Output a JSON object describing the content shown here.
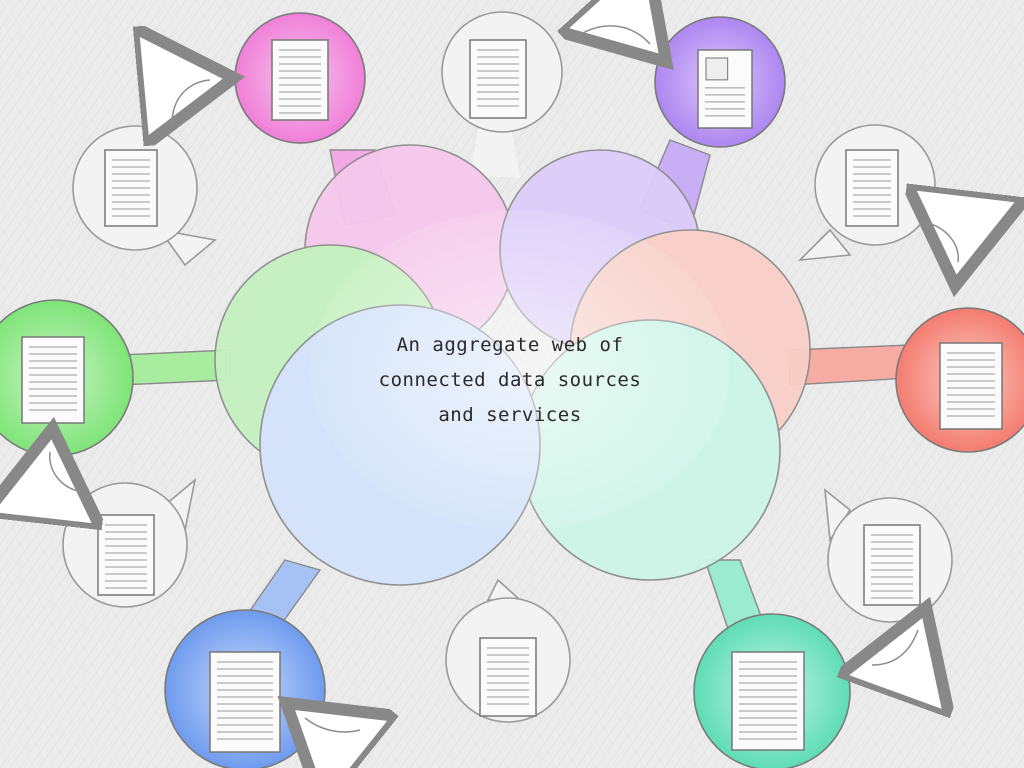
{
  "title_lines": [
    "An aggregate web of",
    "connected data sources",
    "and services"
  ],
  "colors": {
    "background": "#e9e9e9",
    "pink": "#f07fd8",
    "purple": "#b894f2",
    "green": "#86e880",
    "salmon": "#f58c80",
    "blue": "#7fa8f0",
    "teal": "#72e4c0",
    "neutral": "#f2f2f2"
  },
  "icons": {
    "document": "document-icon",
    "arrow": "curved-arrow-icon"
  }
}
